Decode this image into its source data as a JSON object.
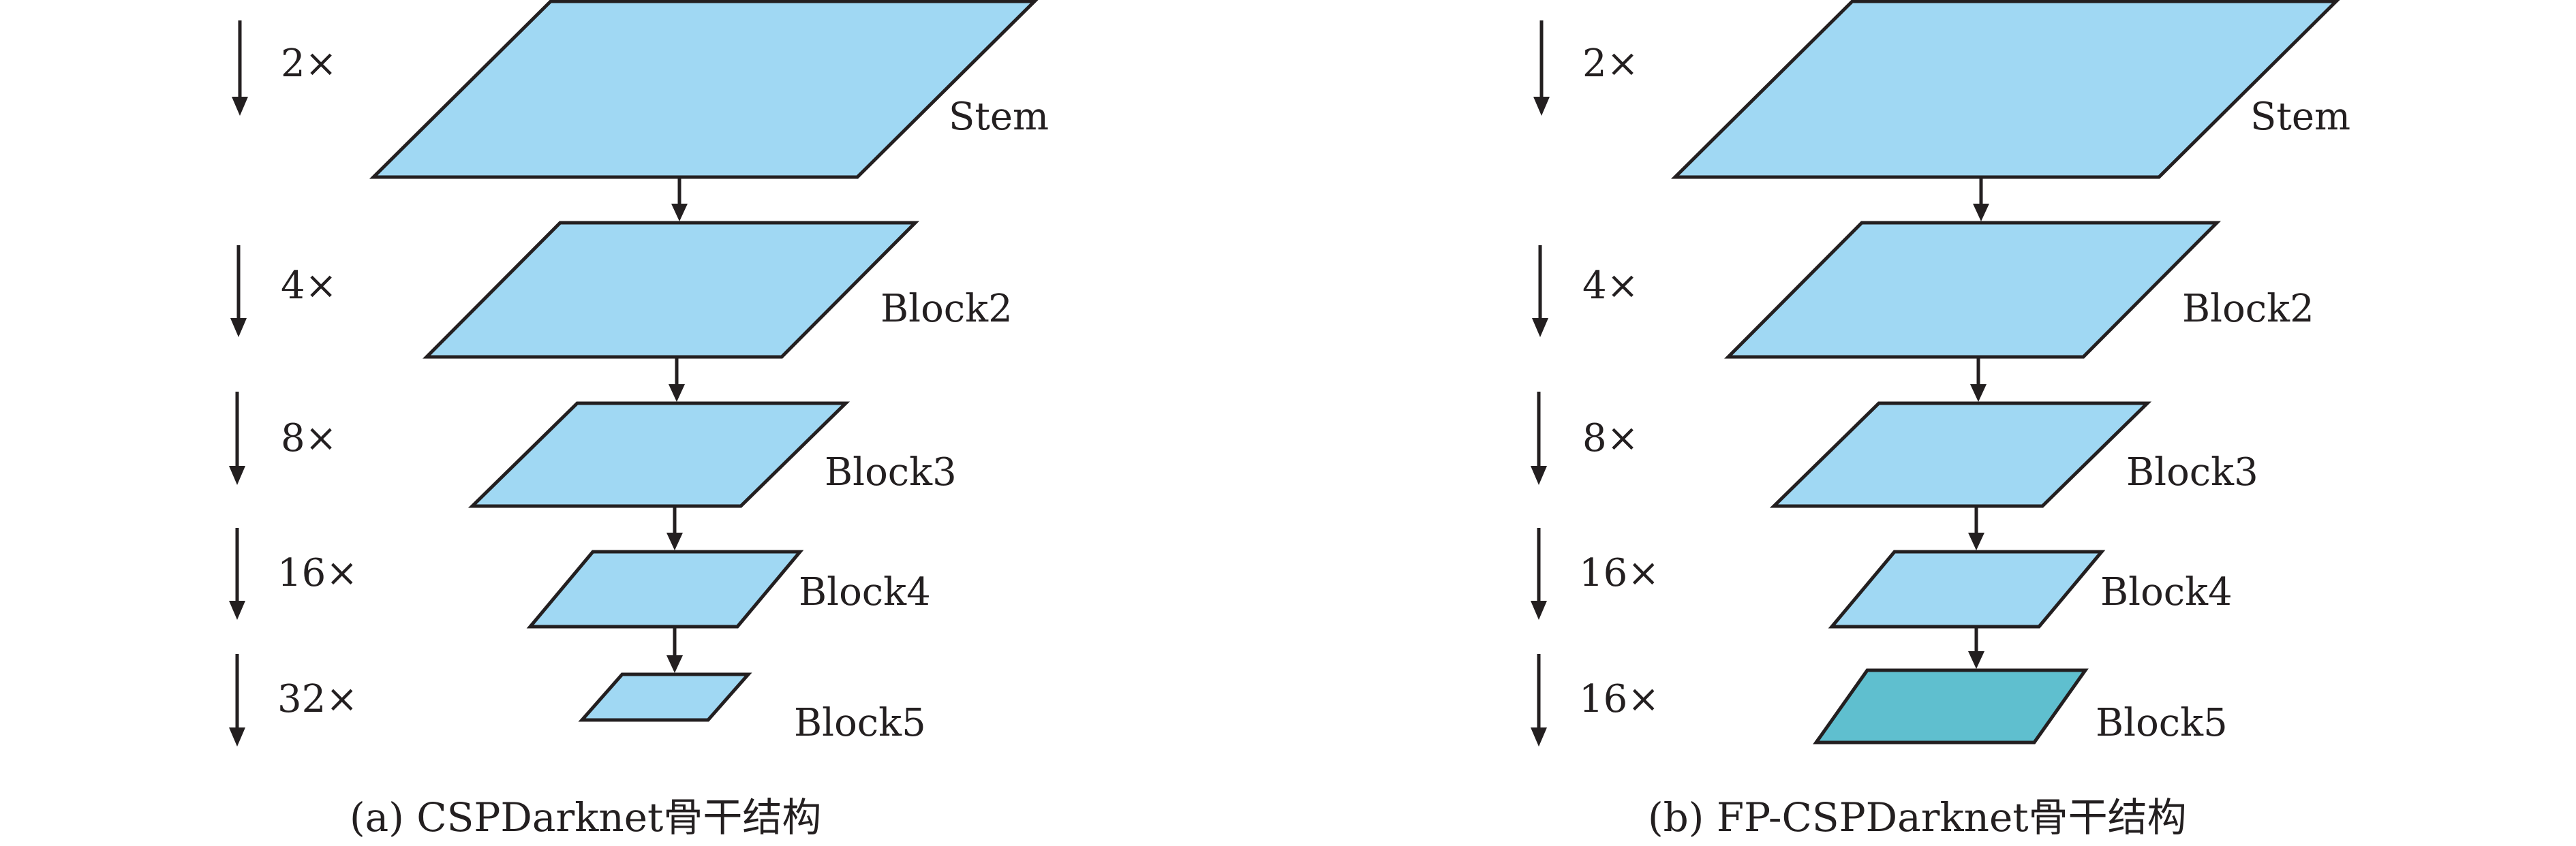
{
  "colors": {
    "plate": "#a0d8f3",
    "plate_highlight": "#5fbfcf",
    "stroke": "#231f20"
  },
  "panels": [
    {
      "caption": "(a) CSPDarknet骨干结构",
      "scales": [
        "2×",
        "4×",
        "8×",
        "16×",
        "32×"
      ],
      "blocks": [
        "Stem",
        "Block2",
        "Block3",
        "Block4",
        "Block5"
      ],
      "highlighted_block": null
    },
    {
      "caption": "(b) FP-CSPDarknet骨干结构",
      "scales": [
        "2×",
        "4×",
        "8×",
        "16×",
        "16×"
      ],
      "blocks": [
        "Stem",
        "Block2",
        "Block3",
        "Block4",
        "Block5"
      ],
      "highlighted_block": "Block5"
    }
  ]
}
